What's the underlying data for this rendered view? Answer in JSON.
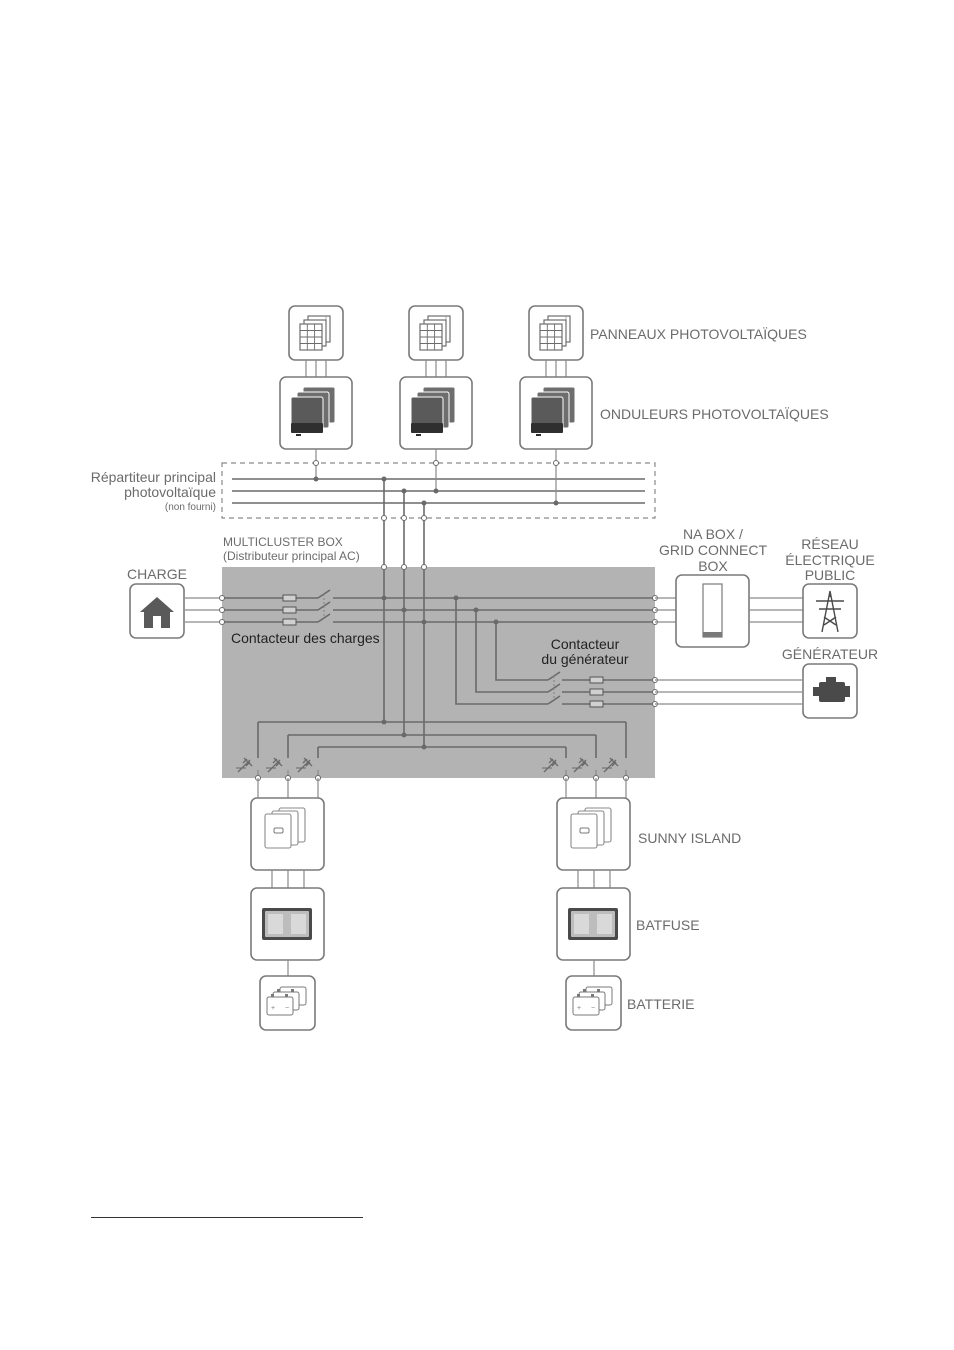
{
  "labels": {
    "pv_panels": "PANNEAUX PHOTOVOLTAÏQUES",
    "pv_inverters": "ONDULEURS PHOTOVOLTAÏQUES",
    "pv_distributor_line1": "Répartiteur principal",
    "pv_distributor_line2": "photovoltaïque",
    "pv_distributor_note": "(non fourni)",
    "multicluster_title": "MULTICLUSTER BOX",
    "multicluster_subtitle": "(Distributeur principal AC)",
    "charge": "CHARGE",
    "load_contactor": "Contacteur des charges",
    "na_box_line1": "NA BOX /",
    "na_box_line2": "GRID CONNECT",
    "na_box_line3": "BOX",
    "grid_line1": "RÉSEAU",
    "grid_line2": "ÉLECTRIQUE",
    "grid_line3": "PUBLIC",
    "generator_contactor_line1": "Contacteur",
    "generator_contactor_line2": "du générateur",
    "generator": "GÉNÉRATEUR",
    "sunny_island": "SUNNY ISLAND",
    "batfuse": "BATFUSE",
    "battery": "BATTERIE"
  },
  "colors": {
    "multicluster_fill": "#b3b3b3",
    "wire": "#6a6a6a",
    "box_stroke": "#7a7a7a",
    "device_dark": "#4a4a4a",
    "device_mid": "#8c8c8c"
  },
  "icons": {
    "pv_panel": "solar-panel-icon",
    "pv_inverter": "inverter-icon",
    "charge": "house-icon",
    "na_box": "na-box-icon",
    "grid": "power-pylon-icon",
    "generator": "engine-icon",
    "sunny_island": "battery-inverter-icon",
    "batfuse": "fuse-icon",
    "battery": "battery-icon",
    "plug": "plug-connector-icon"
  }
}
